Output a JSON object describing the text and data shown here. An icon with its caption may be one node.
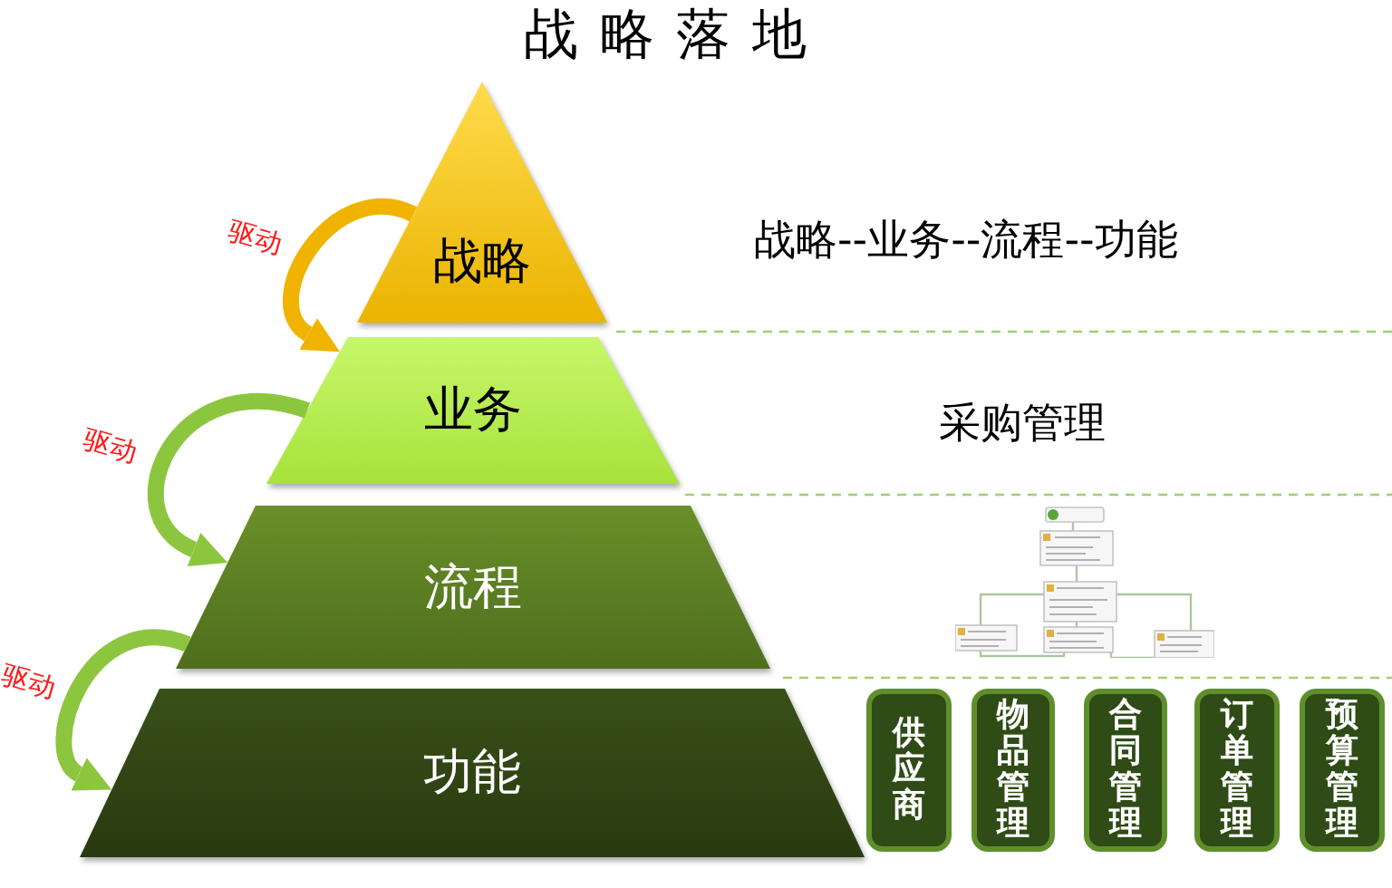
{
  "diagram": {
    "title": "战略落地",
    "nodes": [
      {
        "text": [
          "战略"
        ]
      },
      {
        "text": [
          "业务"
        ]
      },
      {
        "text": [
          "流程"
        ]
      },
      {
        "text": [
          "功能"
        ]
      },
      {
        "text": [
          "供应商"
        ]
      },
      {
        "text": [
          "物品管理"
        ]
      },
      {
        "text": [
          "合同管理"
        ]
      },
      {
        "text": [
          "订单管理"
        ]
      },
      {
        "text": [
          "预算管理"
        ]
      }
    ],
    "edges": [
      {
        "from": 0,
        "to": 1,
        "arrow": "to",
        "label": "驱动",
        "color": "#f0b400"
      },
      {
        "from": 1,
        "to": 2,
        "arrow": "to",
        "label": "驱动"
      },
      {
        "from": 2,
        "to": 3,
        "arrow": "to",
        "label": "驱动"
      }
    ],
    "labels": [
      "战略--业务--流程--功能",
      "采购管理"
    ]
  }
}
